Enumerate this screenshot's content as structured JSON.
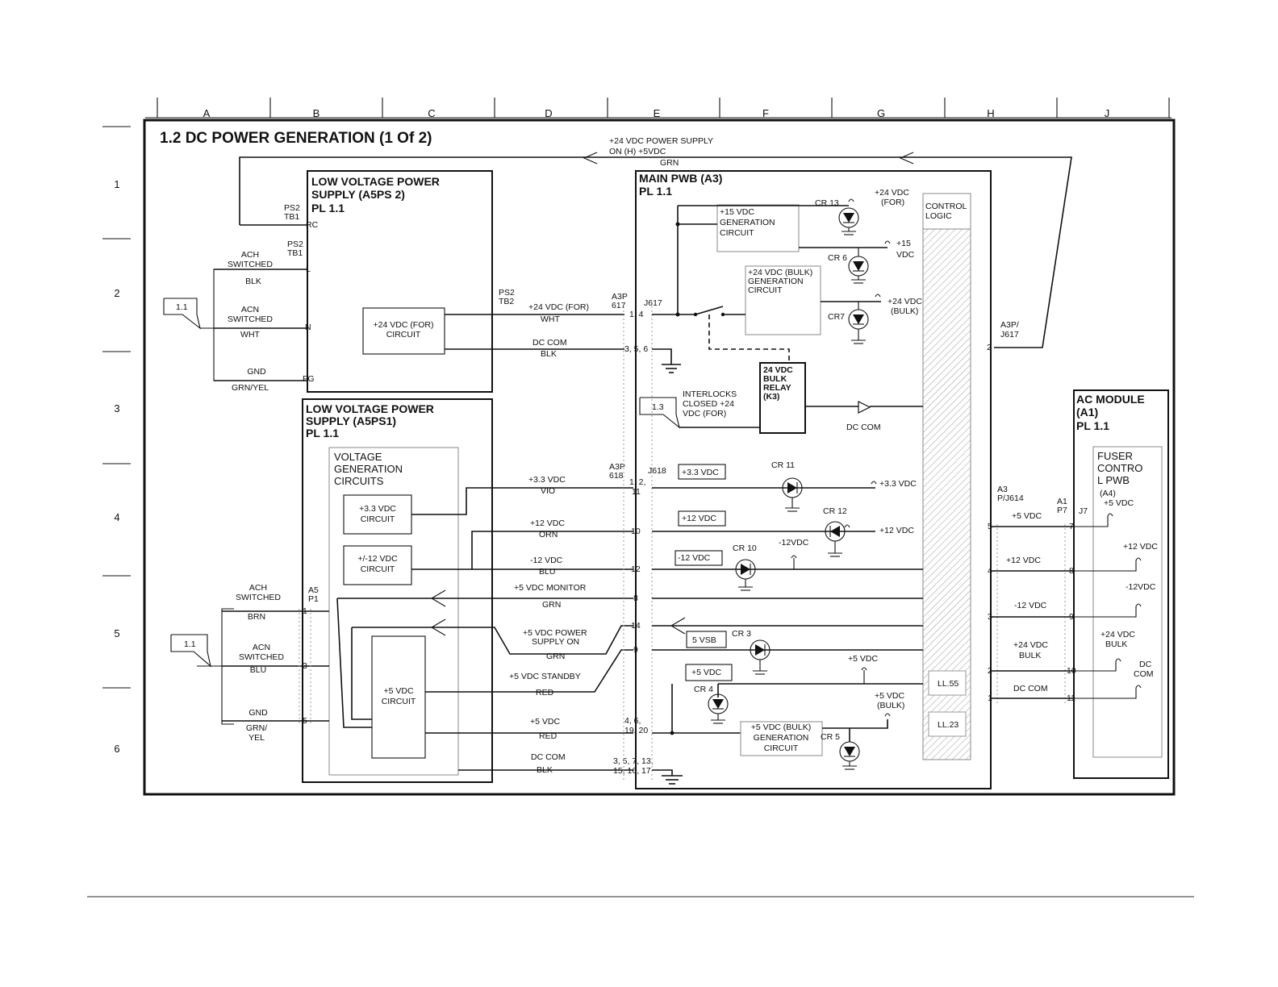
{
  "grid": {
    "columns": [
      "A",
      "B",
      "C",
      "D",
      "E",
      "F",
      "G",
      "H",
      "J"
    ],
    "rows": [
      "1",
      "2",
      "3",
      "4",
      "5",
      "6"
    ]
  },
  "title": "1.2 DC POWER GENERATION (1 Of 2)",
  "blocks": {
    "lvps2": [
      "LOW VOLTAGE POWER",
      "SUPPLY (A5PS 2)",
      "PL 1.1"
    ],
    "lvps1": [
      "LOW VOLTAGE POWER",
      "SUPPLY (A5PS1)",
      "PL 1.1"
    ],
    "main_pwb": [
      "MAIN PWB (A3)",
      "PL 1.1"
    ],
    "ac_module": [
      "AC MODULE",
      "(A1)",
      "PL 1.1"
    ],
    "fuser": [
      "FUSER",
      "CONTRO",
      "L PWB",
      "(A4)"
    ],
    "voltage_gen": [
      "VOLTAGE",
      "GENERATION",
      "CIRCUITS"
    ],
    "control_logic": [
      "CONTROL",
      "LOGIC"
    ],
    "gen15": [
      "+15 VDC",
      "GENERATION",
      "CIRCUIT"
    ],
    "gen24bulk": [
      "+24 VDC (BULK)",
      "GENERATION",
      "CIRCUIT"
    ],
    "relay": [
      "24 VDC",
      "BULK",
      "RELAY",
      "(K3)"
    ],
    "circ24for": [
      "+24 VDC (FOR)",
      "CIRCUIT"
    ],
    "circ33": [
      "+3.3 VDC",
      "CIRCUIT"
    ],
    "circ12": [
      "+/-12 VDC",
      "CIRCUIT"
    ],
    "circ5": [
      "+5 VDC",
      "CIRCUIT"
    ],
    "gen5bulk": [
      "+5 VDC (BULK)",
      "GENERATION",
      "CIRCUIT"
    ]
  },
  "refs": {
    "ref11a": "1.1",
    "ref11b": "1.1",
    "ref13": "1.3"
  },
  "connectors": {
    "ps2tb1_a": [
      "PS2",
      "TB1"
    ],
    "ps2tb1_b": [
      "PS2",
      "TB1"
    ],
    "ps2tb2": [
      "PS2",
      "TB2"
    ],
    "a3p617": [
      "A3P",
      "617"
    ],
    "j617": "J617",
    "a3p618": [
      "A3P",
      "618"
    ],
    "j618": "J618",
    "a5p1": [
      "A5",
      "P1"
    ],
    "a3pj617": [
      "A3P/",
      "J617"
    ],
    "a3pj614": [
      "A3",
      "P/J614"
    ],
    "a1p7": [
      "A1",
      "P7"
    ],
    "j7": "J7"
  },
  "pins": {
    "rc": "RC",
    "l": "L",
    "n": "N",
    "fg": "FG",
    "p14": "1, 4",
    "p356": "3, 5, 6",
    "p1211": [
      "1, 2,",
      "11"
    ],
    "p10": "10",
    "p12": "12",
    "p8": "8",
    "p14b": "14",
    "p9": "9",
    "p4619": [
      "4, 6,",
      "19, 20"
    ],
    "p3513": [
      "3, 5, 7, 13,",
      "15, 16, 17"
    ],
    "a1": "1",
    "a3": "3",
    "a5": "5",
    "h2": "2",
    "h5": "5",
    "h4": "4",
    "h3": "3",
    "h2b": "2",
    "h1": "1",
    "j7p7": "7",
    "j7p8": "8",
    "j7p9": "9",
    "j7p10": "10",
    "j7p11": "11"
  },
  "signals": {
    "top_sig": [
      "+24 VDC POWER SUPPLY",
      "ON (H) +5VDC"
    ],
    "top_color": "GRN",
    "ach_sw_1": [
      "ACH",
      "SWITCHED"
    ],
    "blk1": "BLK",
    "acn_sw_1": [
      "ACN",
      "SWITCHED"
    ],
    "wht1": "WHT",
    "gnd1": "GND",
    "grnyel1": "GRN/YEL",
    "v24for": "+24 VDC (FOR)",
    "wht2": "WHT",
    "dccom1": "DC COM",
    "blk2": "BLK",
    "v33": "+3.3 VDC",
    "vio": "VIO",
    "v12": "+12 VDC",
    "orn": "ORN",
    "vm12": "-12 VDC",
    "blu": "BLU",
    "v5mon": "+5 VDC  MONITOR",
    "grn1": "GRN",
    "v5ps": [
      "+5 VDC POWER",
      "SUPPLY ON"
    ],
    "grn2": "GRN",
    "v5sb": "+5 VDC STANDBY",
    "red1": "RED",
    "v5": "+5 VDC",
    "red2": "RED",
    "dccom2": "DC COM",
    "blk3": "BLK",
    "ach_sw_2": [
      "ACH",
      "SWITCHED"
    ],
    "brn": "BRN",
    "acn_sw_2": [
      "ACN",
      "SWITCHED"
    ],
    "blu2": "BLU",
    "gnd2": "GND",
    "grnyel2": [
      "GRN/",
      "YEL"
    ],
    "interlocks": [
      "INTERLOCKS",
      "CLOSED  +24",
      "VDC (FOR)"
    ],
    "dccom_relay": "DC COM",
    "out24for": [
      "+24 VDC",
      "(FOR)"
    ],
    "out15": [
      "+15",
      "VDC"
    ],
    "out24bulk": [
      "+24 VDC",
      "(BULK)"
    ],
    "out33": "+3.3 VDC",
    "out12": "+12 VDC",
    "outm12": "-12VDC",
    "out5": "+5 VDC",
    "out5bulk": [
      "+5 VDC",
      "(BULK)"
    ],
    "lab33": "+3.3 VDC",
    "lab12": "+12 VDC",
    "labm12": "-12 VDC",
    "lab5vsb": "5 VSB",
    "lab5": "+5 VDC",
    "cr13": "CR 13",
    "cr6": "CR 6",
    "cr7": "CR7",
    "cr11": "CR 11",
    "cr12": "CR 12",
    "cr10": "CR 10",
    "cr3": "CR 3",
    "cr4": "CR 4",
    "cr5": "CR 5",
    "ll55": "LL.55",
    "ll23": "LL.23",
    "h5v": "+5 VDC",
    "h12v": "+12 VDC",
    "hm12v": "-12 VDC",
    "h24bulk": [
      "+24 VDC",
      "BULK"
    ],
    "hdccom": "DC COM",
    "f5v": "+5 VDC",
    "f12v": "+12 VDC",
    "fm12v": "-12VDC",
    "f24bulk": [
      "+24 VDC",
      "BULK"
    ],
    "fdccom": [
      "DC",
      "COM"
    ]
  }
}
